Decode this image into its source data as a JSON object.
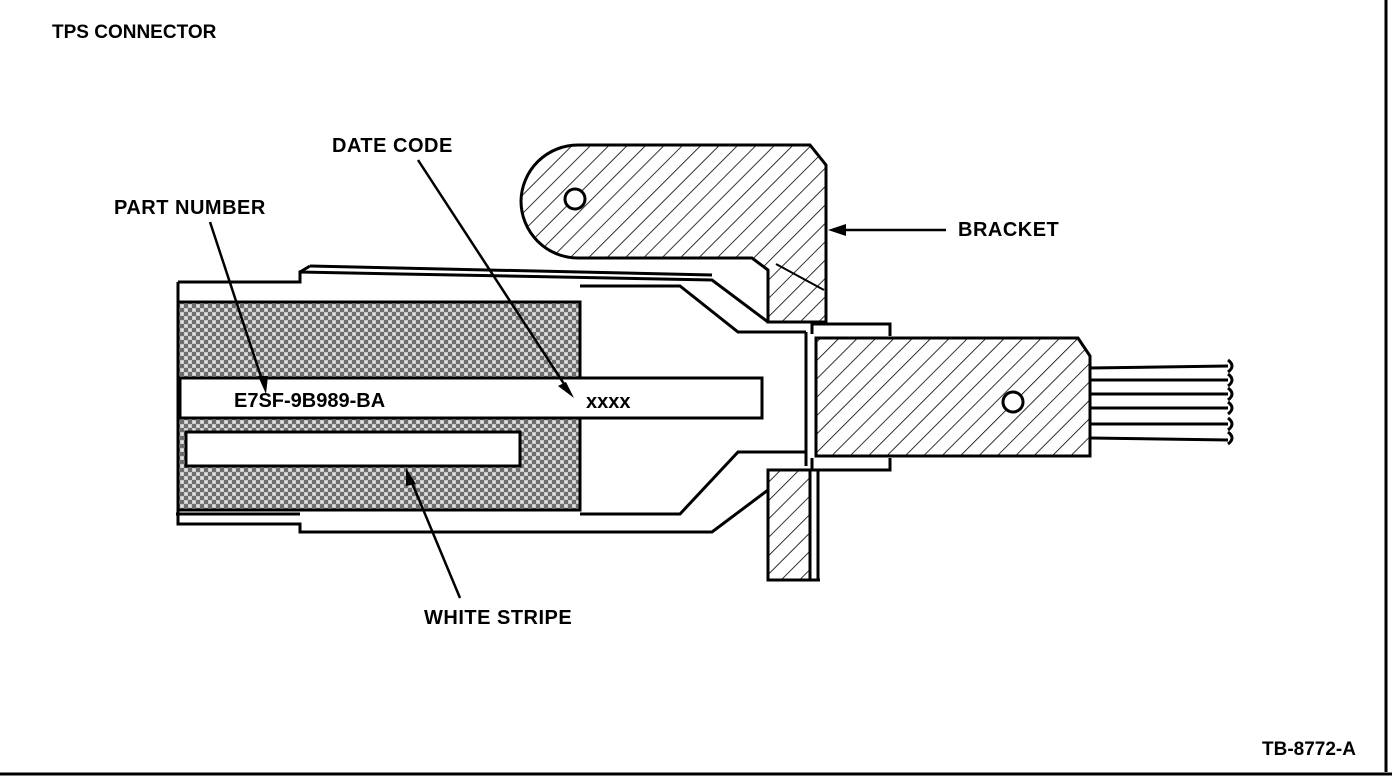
{
  "title": "TPS CONNECTOR",
  "labels": {
    "date_code": "DATE CODE",
    "part_number": "PART NUMBER",
    "bracket": "BRACKET",
    "white_stripe": "WHITE STRIPE"
  },
  "connector_marking": {
    "part_number_value": "E7SF-9B989-BA",
    "date_code_value": "xxxx"
  },
  "figure_ref": "TB-8772-A",
  "colors": {
    "ink": "#000000",
    "paper": "#ffffff",
    "crosshatch_fill": "#9a9a9a"
  }
}
